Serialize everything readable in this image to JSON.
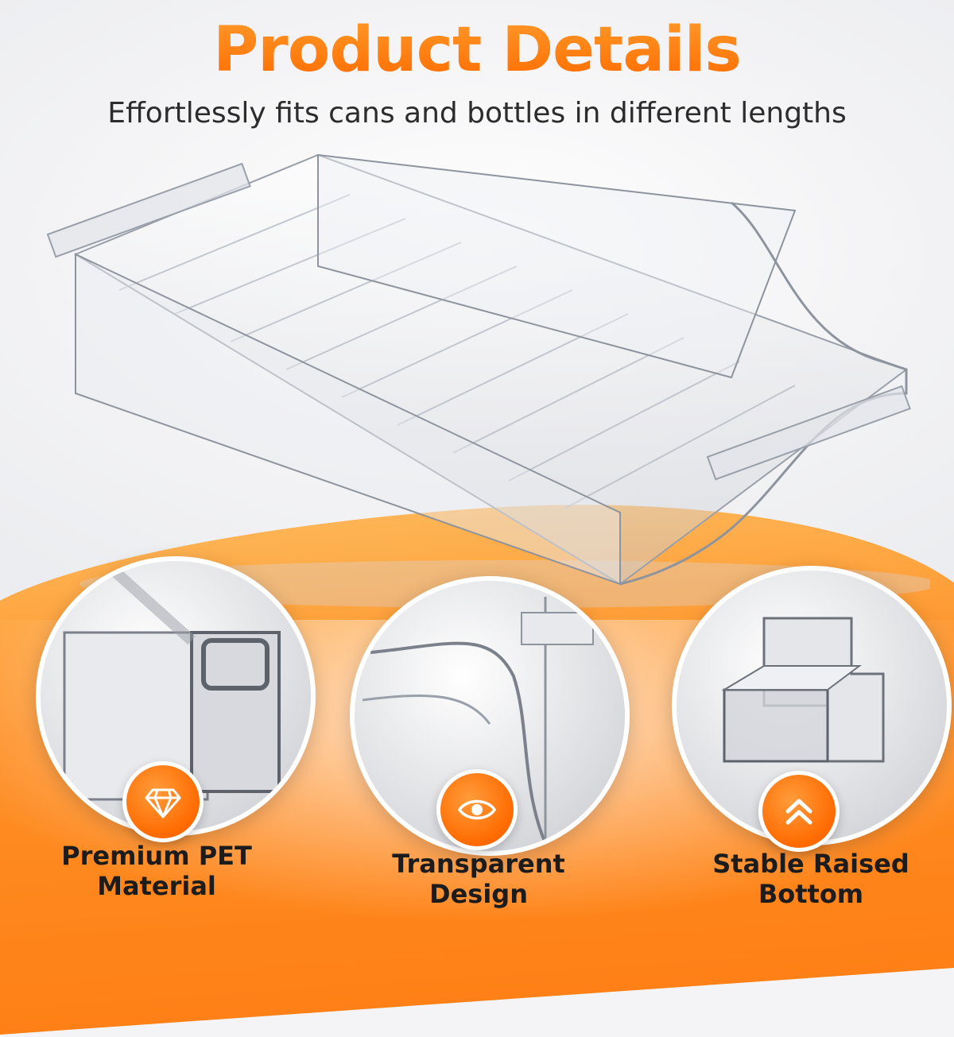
{
  "header": {
    "title": "Product Details",
    "subtitle": "Effortlessly fits cans and bottles in different lengths"
  },
  "colors": {
    "accent": "#ff6a00",
    "accent_light": "#ffb24d",
    "text_dark": "#1c1c1c"
  },
  "features": [
    {
      "line1": "Premium PET",
      "line2": "Material",
      "icon": "diamond-icon"
    },
    {
      "line1": "Transparent",
      "line2": "Design",
      "icon": "eye-icon"
    },
    {
      "line1": "Stable Raised",
      "line2": "Bottom",
      "icon": "double-chevron-up-icon"
    }
  ]
}
